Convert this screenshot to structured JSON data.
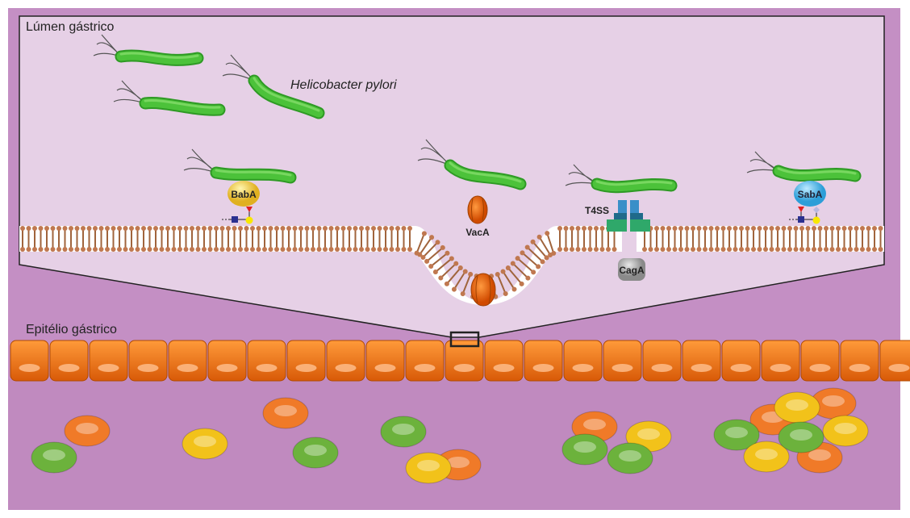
{
  "labels": {
    "lumen": "Lúmen gástrico",
    "bacterium": "Helicobacter pylori",
    "baba": "BabA",
    "vaca": "VacA",
    "t4ss": "T4SS",
    "saba": "SabA",
    "caga": "CagA",
    "epithelium": "Epitélio gástrico"
  },
  "colors": {
    "background": "#c48fc4",
    "lumen_panel": "#e6d0e6",
    "membrane": "#ffffff",
    "lipid": "#a0643c",
    "bacterium": "#4cc23a",
    "epithelial_cell": "#f07820",
    "baba": "#f2cf3a",
    "saba": "#3fb4e8",
    "vaca": "#f06a18",
    "caga": "#a8a8a8",
    "t4ss_top": "#3a8fc8",
    "t4ss_base": "#2fa86a",
    "blood_cell_green": "#6cb23c",
    "blood_cell_orange": "#f07a28",
    "blood_cell_yellow": "#f2c21a"
  }
}
